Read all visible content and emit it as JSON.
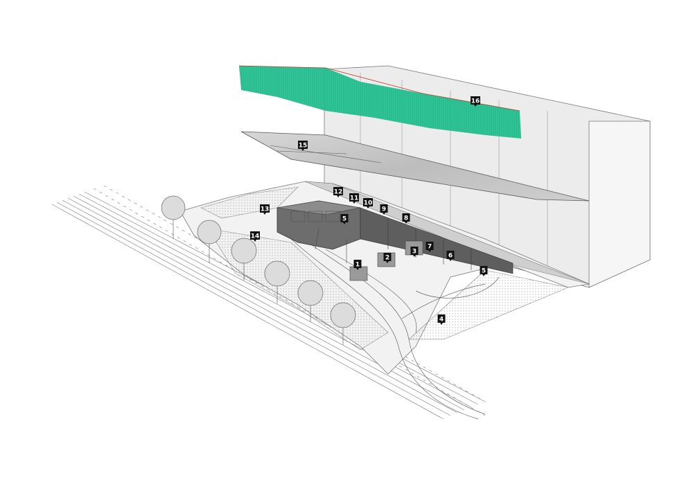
{
  "diagram": {
    "markers": [
      {
        "id": "m1",
        "label": "1"
      },
      {
        "id": "m2",
        "label": "2"
      },
      {
        "id": "m3",
        "label": "3"
      },
      {
        "id": "m4",
        "label": "4"
      },
      {
        "id": "m5a",
        "label": "5"
      },
      {
        "id": "m5b",
        "label": "5"
      },
      {
        "id": "m6",
        "label": "6"
      },
      {
        "id": "m7",
        "label": "7"
      },
      {
        "id": "m8",
        "label": "8"
      },
      {
        "id": "m9",
        "label": "9"
      },
      {
        "id": "m10",
        "label": "10"
      },
      {
        "id": "m11",
        "label": "11"
      },
      {
        "id": "m12",
        "label": "12"
      },
      {
        "id": "m13",
        "label": "13"
      },
      {
        "id": "m14",
        "label": "14"
      },
      {
        "id": "m15",
        "label": "15"
      },
      {
        "id": "m16",
        "label": "16"
      }
    ],
    "colors": {
      "green_screen": "#1fbf8f",
      "wall": "#e9e9e9",
      "canopy": "#c7c7c7",
      "building": "#6f6f6f",
      "ground": "#d6d6d6",
      "line": "#555555",
      "tree": "#8a8a8a",
      "marker": "#111111"
    }
  }
}
